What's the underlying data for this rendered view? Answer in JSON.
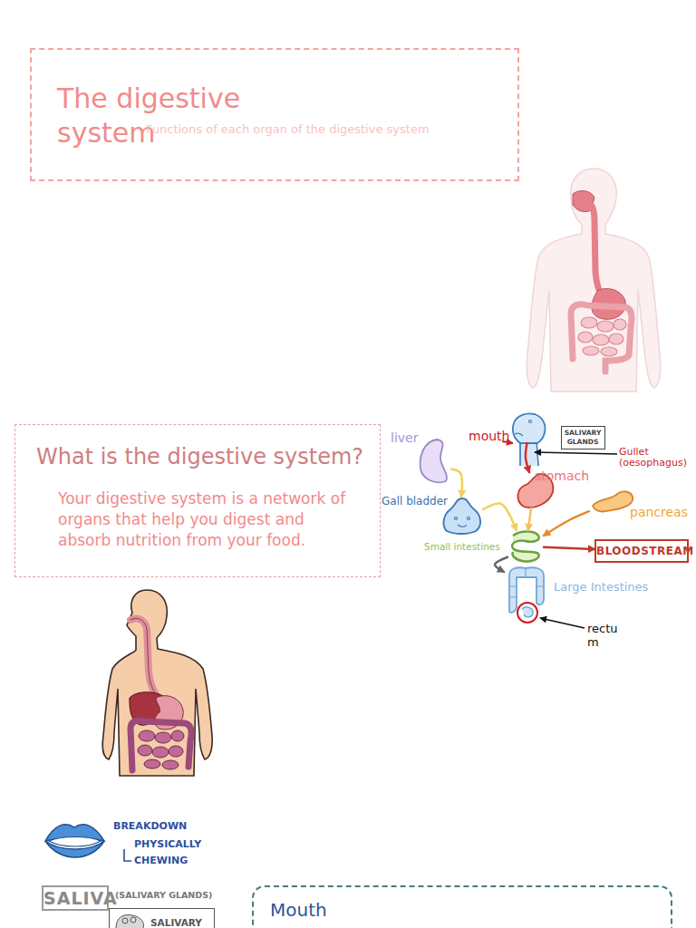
{
  "diagram": {
    "nodes": [
      {
        "text": [
          "The digestive system",
          "Functions of each organ of the digestive system"
        ]
      },
      {
        "text": [
          "What is the digestive system?",
          "Your digestive system is a network of organs that help you digest and absorb nutrition from your food."
        ]
      },
      {
        "text": [
          "liver"
        ]
      },
      {
        "text": [
          "mouth"
        ]
      },
      {
        "text": [
          "SALIVARY GLANDS"
        ]
      },
      {
        "text": [
          "stomach"
        ]
      },
      {
        "text": [
          "Gall bladder"
        ]
      },
      {
        "text": [
          "pancreas"
        ]
      },
      {
        "text": [
          "Small intestines"
        ]
      },
      {
        "text": [
          "BLOODSTREAM"
        ]
      },
      {
        "text": [
          "Large Intestines"
        ]
      },
      {
        "text": [
          "SALIVA"
        ]
      },
      {
        "text": [
          "SALIVARY"
        ]
      },
      {
        "text": [
          "Mouth"
        ]
      }
    ],
    "edges": [
      {
        "from": 3,
        "to": 5,
        "arrow": "to"
      },
      {
        "from": 2,
        "to": 6,
        "arrow": "to"
      },
      {
        "from": 6,
        "to": 8,
        "arrow": "to"
      },
      {
        "from": 5,
        "to": 8,
        "arrow": "to"
      },
      {
        "from": 7,
        "to": 8,
        "arrow": "to"
      },
      {
        "from": 8,
        "to": 9,
        "arrow": "to"
      },
      {
        "from": 8,
        "to": 10,
        "arrow": "to"
      }
    ],
    "labels": [
      "Gullet (oesophagus)",
      "rectum",
      "BREAKDOWN PHYSICALLY",
      "CHEWING",
      "(SALIVARY GLANDS)"
    ]
  }
}
